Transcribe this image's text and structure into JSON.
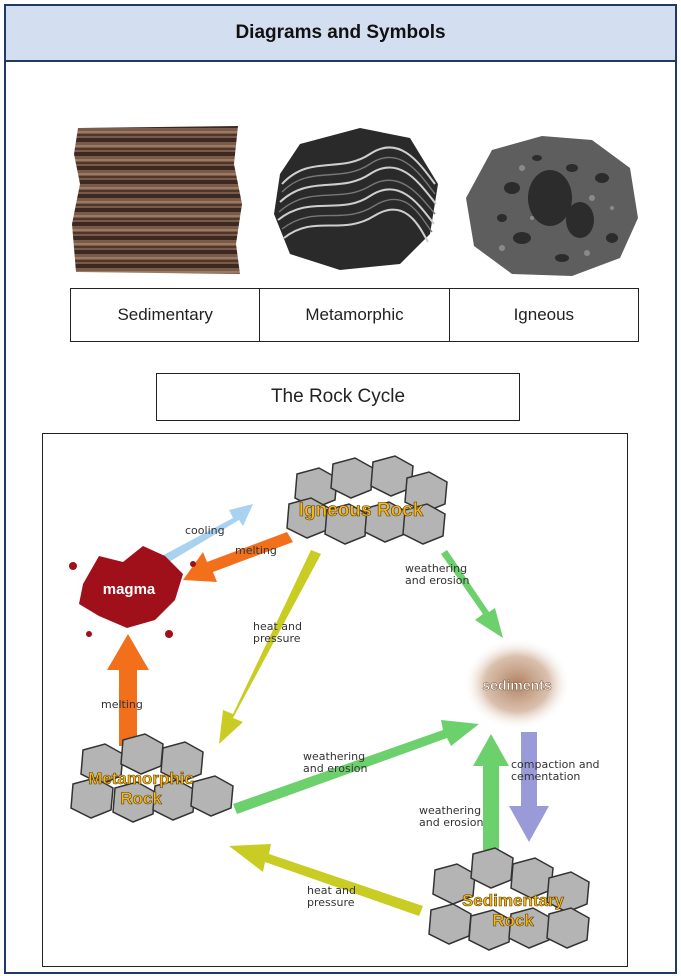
{
  "header": {
    "title": "Diagrams and Symbols"
  },
  "rock_types": [
    "Sedimentary",
    "Metamorphic",
    "Igneous"
  ],
  "cycle": {
    "title": "The Rock Cycle",
    "nodes": {
      "igneous": "Igneous Rock",
      "magma": "magma",
      "sediments": "sediments",
      "metamorphic_1": "Metamorphic",
      "metamorphic_2": "Rock",
      "sedimentary_1": "Sedimentary",
      "sedimentary_2": "Rock"
    },
    "arrows": {
      "cooling": "cooling",
      "melting_top": "melting",
      "melting_left": "melting",
      "heat_pressure_1a": "heat and",
      "heat_pressure_1b": "pressure",
      "weathering_1a": "weathering",
      "weathering_1b": "and erosion",
      "weathering_2a": "weathering",
      "weathering_2b": "and erosion",
      "weathering_3a": "weathering",
      "weathering_3b": "and erosion",
      "compaction_a": "compaction and",
      "compaction_b": "cementation",
      "heat_pressure_2a": "heat and",
      "heat_pressure_2b": "pressure"
    }
  }
}
